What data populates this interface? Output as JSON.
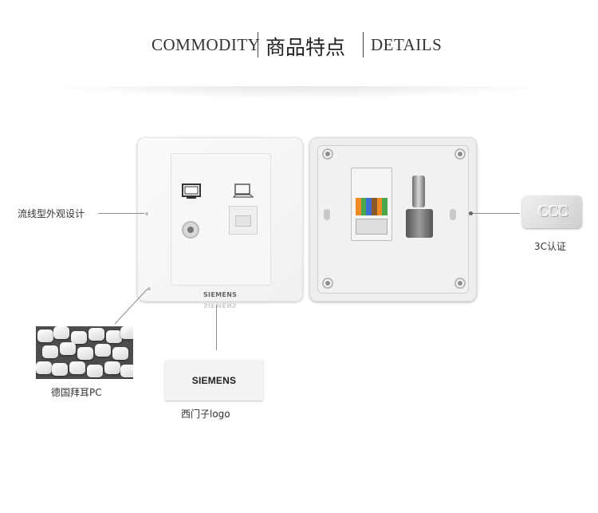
{
  "header": {
    "left_en": "COMMODITY",
    "center_zh": "商品特点",
    "right_en": "DETAILS"
  },
  "front_panel": {
    "brand": "SIEMENS",
    "ports": [
      "tv-icon",
      "computer-icon"
    ]
  },
  "callouts": {
    "design": "流线型外观设计",
    "material": "德国拜耳PC",
    "logo": "西门子logo",
    "certification": "3C认证"
  },
  "logo_sample": {
    "text": "SIEMENS"
  },
  "cert_mark": {
    "text": "CCC"
  },
  "colors": {
    "panel": "#f4f4f4",
    "background": "#ffffff",
    "text": "#333333"
  }
}
